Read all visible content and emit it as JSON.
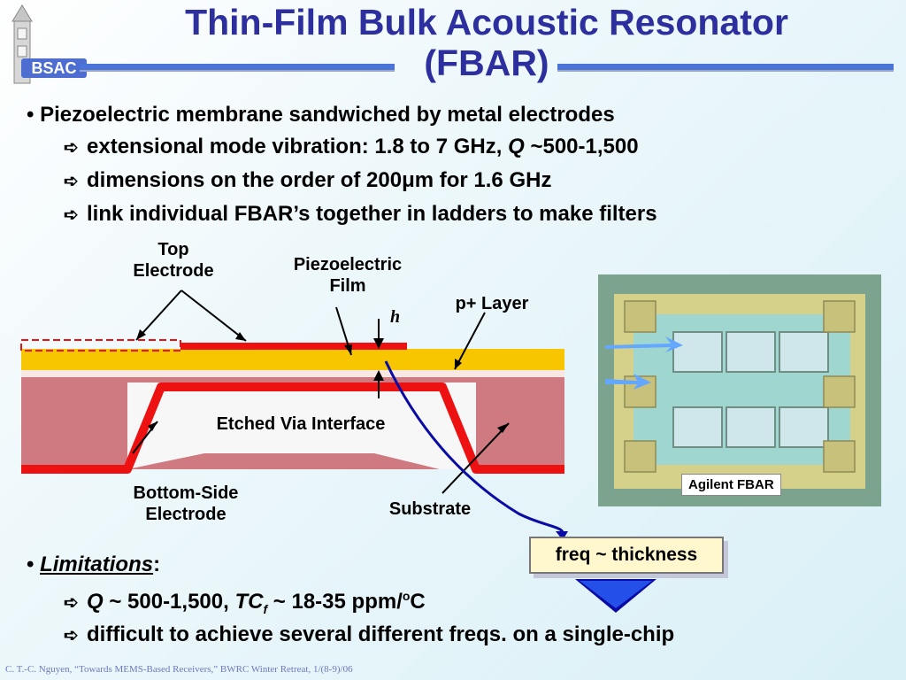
{
  "header": {
    "logo_text": "BSAC",
    "title_line1": "Thin-Film Bulk Acoustic Resonator",
    "title_line2": "(FBAR)"
  },
  "bullets": {
    "main1": "Piezoelectric membrane sandwiched by metal electrodes",
    "sub1_prefix": "extensional mode vibration: 1.8 to 7 GHz, ",
    "sub1_q": "Q",
    "sub1_suffix": " ~500-1,500",
    "sub2": "dimensions on the order of 200μm for 1.6 GHz",
    "sub3": "link individual FBAR’s together in ladders to make filters"
  },
  "diagram": {
    "top_electrode": "Top\nElectrode",
    "piezo_film": "Piezoelectric\nFilm",
    "p_layer": "p+ Layer",
    "h": "h",
    "etched": "Etched Via Interface",
    "bottom_side": "Bottom-Side\nElectrode",
    "substrate": "Substrate"
  },
  "photo": {
    "caption": "Agilent FBAR"
  },
  "freq_box": "freq ~ thickness",
  "limitations": {
    "title": "Limitations",
    "colon": ":",
    "q_label": "Q",
    "q_text": " ~ 500-1,500, ",
    "tc_label": "TC",
    "tc_sub": "f",
    "tc_text": " ~ 18-35 ppm/",
    "tc_deg": "o",
    "tc_unit": "C",
    "item2": "difficult to achieve several different freqs. on a single-chip"
  },
  "footer": "C. T.-C. Nguyen, “Towards MEMS-Based Receivers,” BWRC Winter Retreat, 1/(8-9)/06",
  "colors": {
    "title": "#2d2f9e",
    "rule": "#4a74d8",
    "electrode": "#ee1111",
    "piezo": "#f7c600",
    "substrate": "#cf7a80",
    "freq_box": "#fff8cf",
    "arrow_blue": "#0a0aa5"
  },
  "icons": [
    "tower-icon",
    "arrow-bullet-icon",
    "down-arrow-icon"
  ]
}
